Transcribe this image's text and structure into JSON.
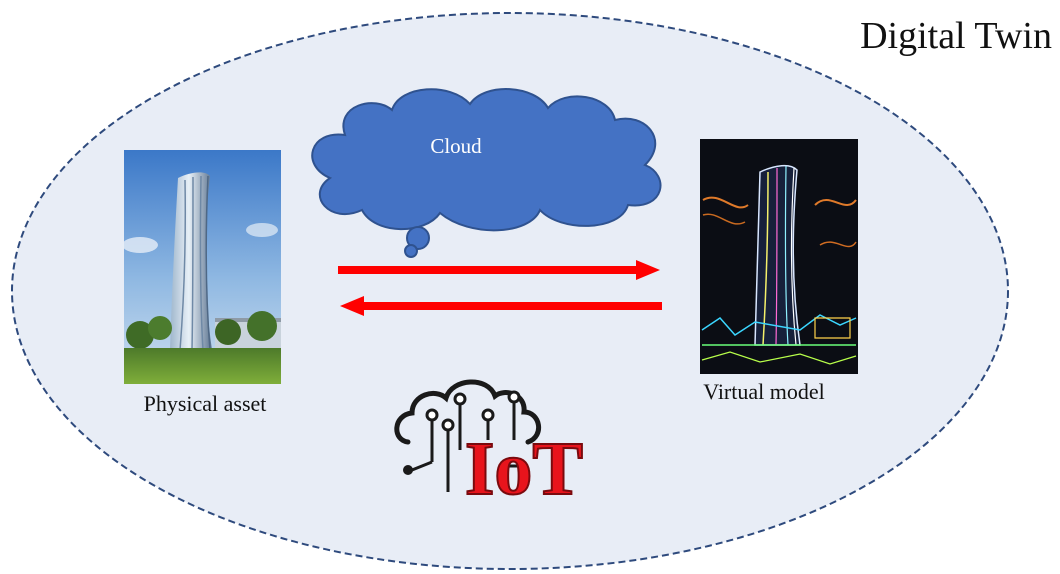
{
  "diagram": {
    "title": "Digital Twin",
    "cloud_label": "Cloud",
    "physical_label": "Physical asset",
    "virtual_label": "Virtual model",
    "iot_logo_text": "IoT",
    "colors": {
      "ellipse_fill": "#e8edf6",
      "ellipse_border": "#2e4a7d",
      "cloud_fill": "#4472c4",
      "cloud_border": "#2f528f",
      "arrow": "#ff0000",
      "iot_red": "#e8141c",
      "iot_dark": "#1a1a1a"
    },
    "icons": [
      "cloud-shape",
      "forward-arrow",
      "backward-arrow",
      "iot-circuit-cloud-icon"
    ]
  }
}
